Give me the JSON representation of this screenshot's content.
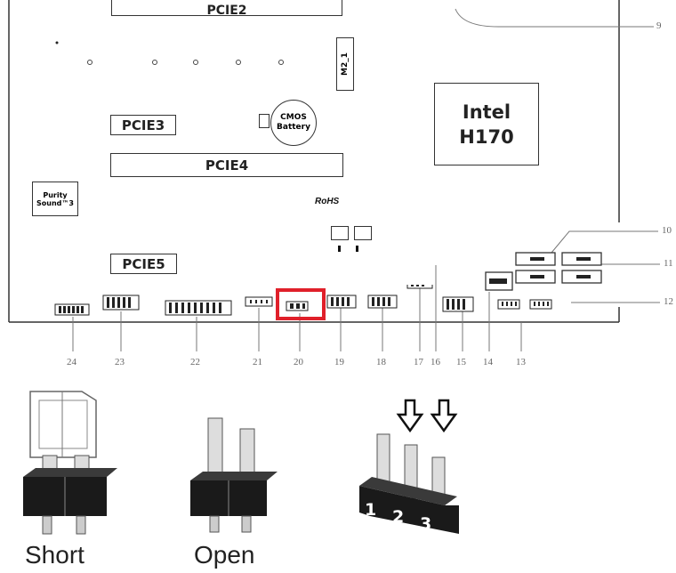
{
  "board": {
    "pcie2_label": "PCIE2",
    "pcie3_label": "PCIE3",
    "pcie4_label": "PCIE4",
    "pcie5_label": "PCIE5",
    "m2_label": "M2_1",
    "cmos_label_line1": "CMOS",
    "cmos_label_line2": "Battery",
    "chipset_line1": "Intel",
    "chipset_line2": "H170",
    "audio_line1": "Purity",
    "audio_line2": "Sound™3",
    "rohs_label": "RoHS"
  },
  "callouts": {
    "right": [
      "9",
      "10",
      "11",
      "12"
    ],
    "bottom": [
      "24",
      "23",
      "22",
      "21",
      "20",
      "19",
      "18",
      "17",
      "16",
      "15",
      "14",
      "13"
    ]
  },
  "jumpers": {
    "short_label": "Short",
    "open_label": "Open",
    "pin_labels": [
      "1",
      "2",
      "3"
    ]
  },
  "colors": {
    "highlight": "#e0202a",
    "board_line": "#333333",
    "callout_text": "#666666"
  }
}
